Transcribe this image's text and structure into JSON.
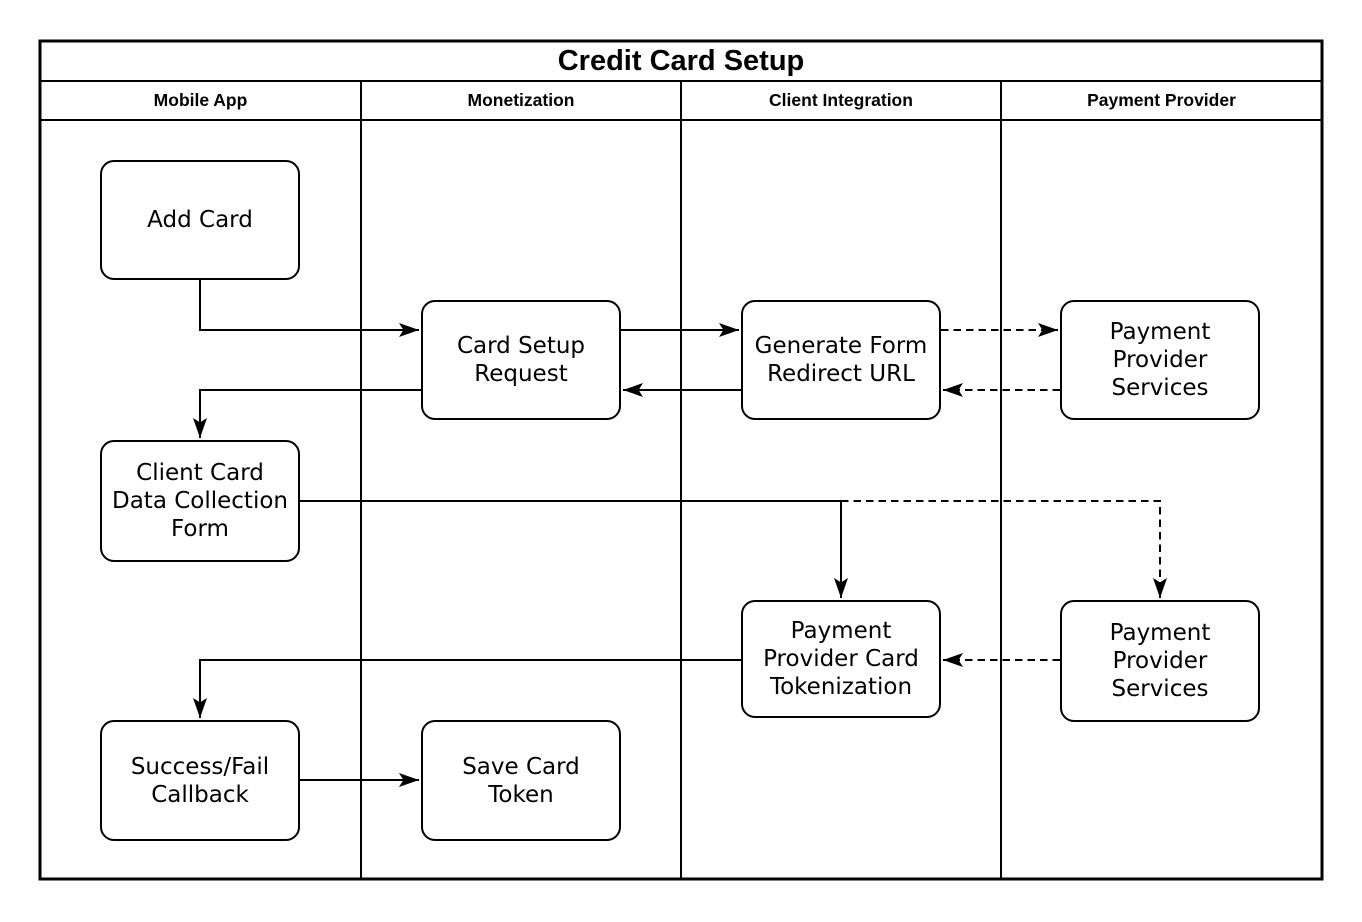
{
  "diagram": {
    "title": "Credit Card Setup",
    "colors": {
      "stroke": "#000000",
      "background": "#ffffff"
    },
    "lanes": [
      {
        "label": "Mobile App"
      },
      {
        "label": "Monetization"
      },
      {
        "label": "Client Integration"
      },
      {
        "label": "Payment Provider"
      }
    ],
    "nodes": {
      "add_card": {
        "label": "Add Card",
        "lane": "Mobile App"
      },
      "card_setup_request": {
        "label": "Card Setup\nRequest",
        "lane": "Monetization"
      },
      "generate_form_redirect_url": {
        "label": "Generate Form\nRedirect URL",
        "lane": "Client Integration"
      },
      "payment_provider_services_top": {
        "label": "Payment\nProvider\nServices",
        "lane": "Payment Provider"
      },
      "client_card_data_collection_form": {
        "label": "Client Card\nData Collection\nForm",
        "lane": "Mobile App"
      },
      "payment_provider_card_tokenization": {
        "label": "Payment\nProvider Card\nTokenization",
        "lane": "Client Integration"
      },
      "payment_provider_services_bottom": {
        "label": "Payment\nProvider\nServices",
        "lane": "Payment Provider"
      },
      "success_fail_callback": {
        "label": "Success/Fail\nCallback",
        "lane": "Mobile App"
      },
      "save_card_token": {
        "label": "Save Card\nToken",
        "lane": "Monetization"
      }
    },
    "edges": [
      {
        "from": "add_card",
        "to": "card_setup_request",
        "style": "solid"
      },
      {
        "from": "card_setup_request",
        "to": "generate_form_redirect_url",
        "style": "solid"
      },
      {
        "from": "generate_form_redirect_url",
        "to": "card_setup_request",
        "style": "solid"
      },
      {
        "from": "generate_form_redirect_url",
        "to": "payment_provider_services_top",
        "style": "dashed"
      },
      {
        "from": "payment_provider_services_top",
        "to": "generate_form_redirect_url",
        "style": "dashed"
      },
      {
        "from": "card_setup_request",
        "to": "client_card_data_collection_form",
        "style": "solid"
      },
      {
        "from": "client_card_data_collection_form",
        "to": "payment_provider_card_tokenization",
        "style": "solid"
      },
      {
        "from": "client_card_data_collection_form",
        "to": "payment_provider_services_bottom",
        "style": "dashed"
      },
      {
        "from": "payment_provider_services_bottom",
        "to": "payment_provider_card_tokenization",
        "style": "dashed"
      },
      {
        "from": "payment_provider_card_tokenization",
        "to": "success_fail_callback",
        "style": "solid"
      },
      {
        "from": "success_fail_callback",
        "to": "save_card_token",
        "style": "solid"
      }
    ]
  }
}
